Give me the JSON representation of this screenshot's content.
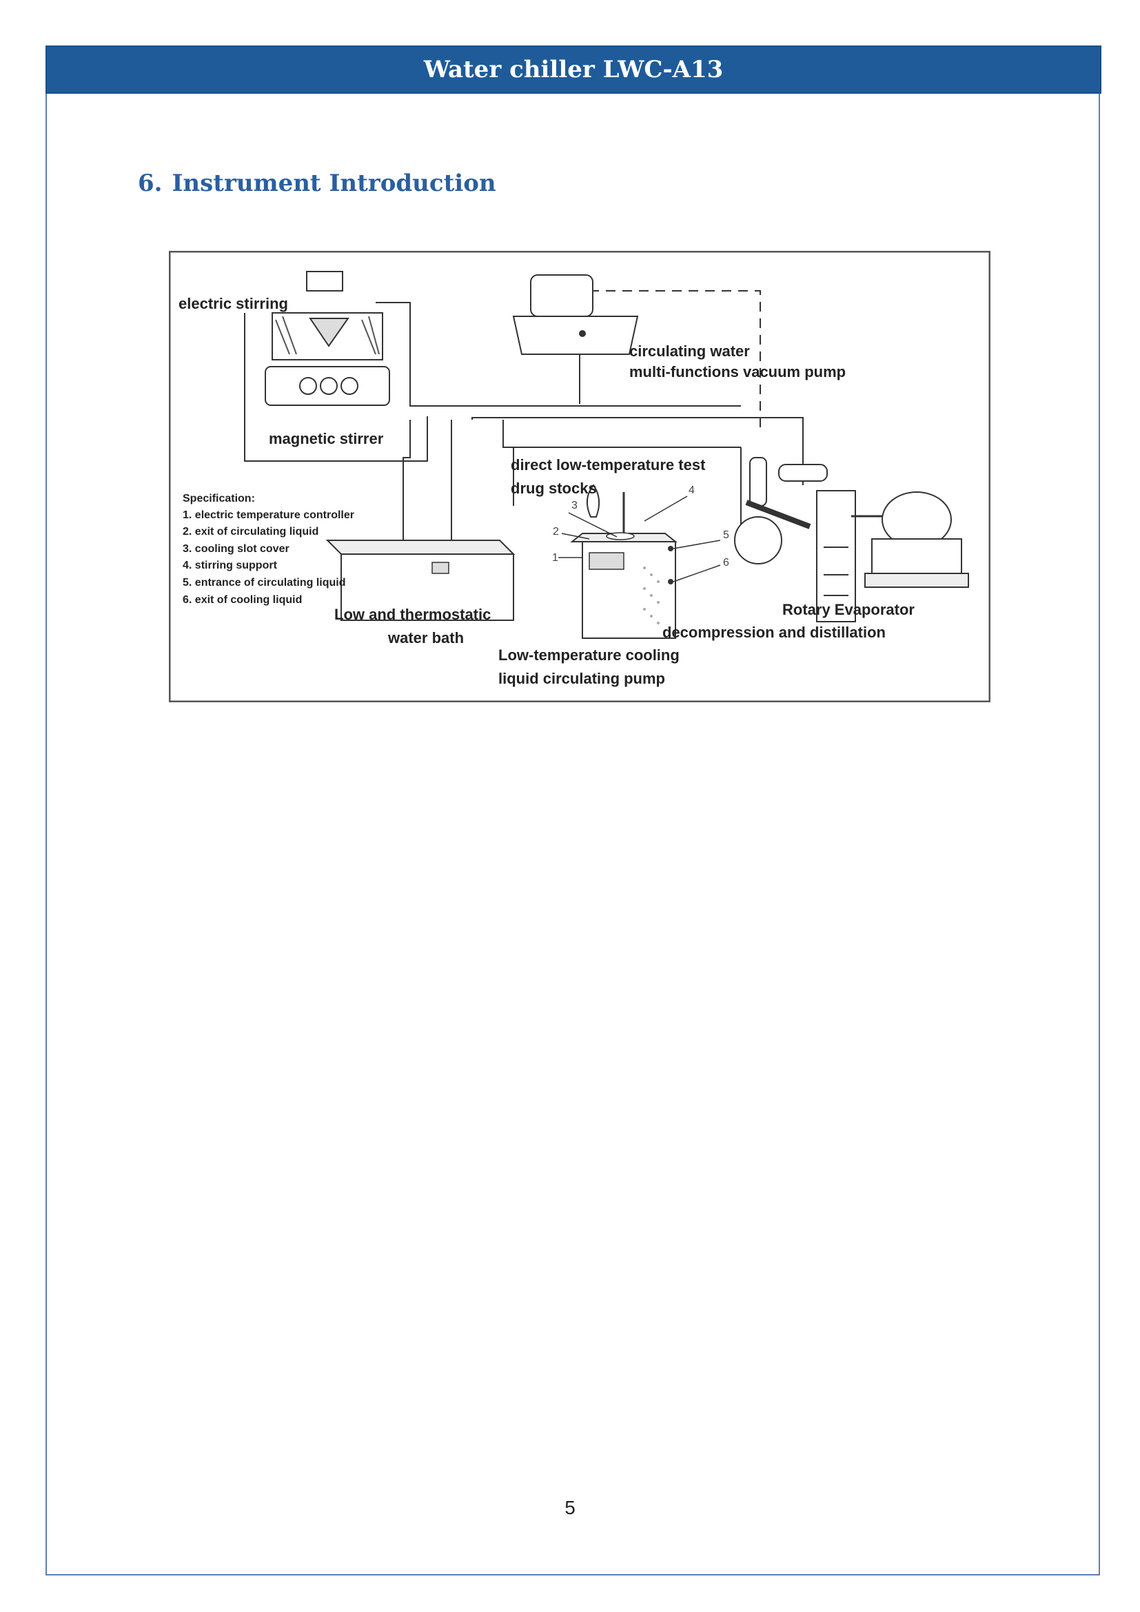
{
  "header": {
    "title": "Water chiller LWC-A13"
  },
  "section": {
    "number": "6.",
    "title": "Instrument Introduction"
  },
  "figure": {
    "labels": {
      "electric_stirring": "electric stirring",
      "magnetic_stirrer": "magnetic stirrer",
      "circulating_water": "circulating water",
      "vacuum_pump": "multi-functions vacuum pump",
      "direct_low_temp": "direct low-temperature test",
      "drug_stocks": "drug stocks",
      "spec_title": "Specification:",
      "spec_1": "1. electric temperature controller",
      "spec_2": "2. exit of circulating liquid",
      "spec_3": "3. cooling slot cover",
      "spec_4": "4. stirring support",
      "spec_5": "5. entrance of circulating liquid",
      "spec_6": "6. exit of cooling liquid",
      "low_thermo_1": "Low and thermostatic",
      "low_thermo_2": "water bath",
      "rotary_1": "Rotary Evaporator",
      "rotary_2": "decompression and distillation",
      "pump_1": "Low-temperature cooling",
      "pump_2": "liquid circulating pump",
      "n1": "1",
      "n2": "2",
      "n3": "3",
      "n4": "4",
      "n5": "5",
      "n6": "6"
    }
  },
  "footer": {
    "page_number": "5"
  }
}
